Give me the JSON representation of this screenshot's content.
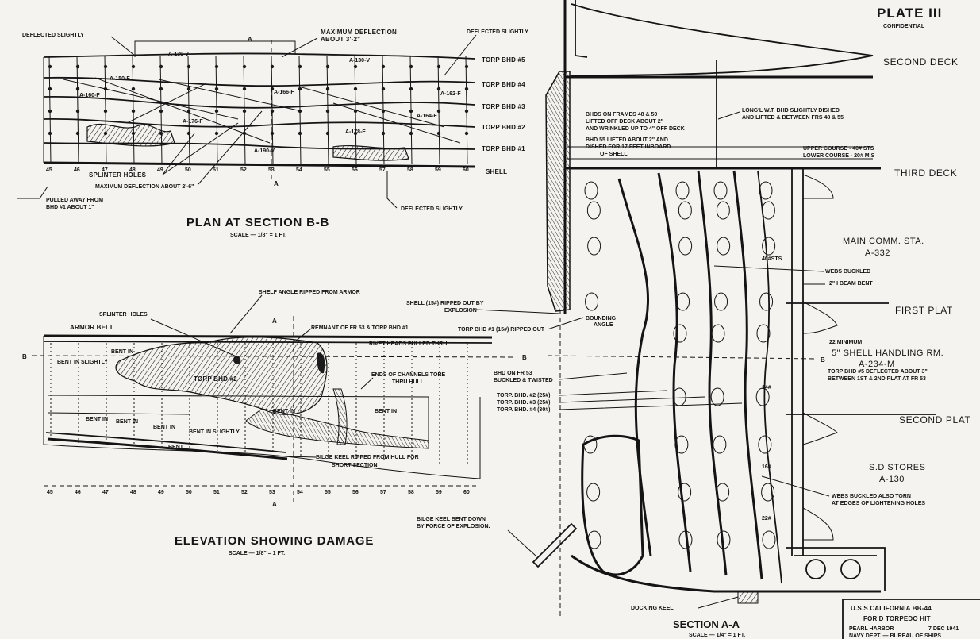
{
  "plate": {
    "title": "PLATE III",
    "classification": "CONFIDENTIAL"
  },
  "plan": {
    "title": "PLAN AT SECTION B-B",
    "scale": "SCALE — 1/8\" = 1 FT.",
    "labels": {
      "deflected_left": "DEFLECTED SLIGHTLY",
      "max_deflection_top": "MAXIMUM DEFLECTION",
      "max_deflection_top2": "ABOUT 3'-2\"",
      "deflected_right": "DEFLECTED SLIGHTLY",
      "splinter_holes": "SPLINTER HOLES",
      "max_deflection_bottom": "MAXIMUM DEFLECTION ABOUT 2'-6\"",
      "pulled_away": "PULLED AWAY FROM",
      "pulled_away2": "BHD #1 ABOUT 1\"",
      "deflected_bottom": "DEFLECTED SLIGHTLY",
      "a130v_left": "A-130-V",
      "a130v_right": "A-130-V",
      "a176": "A-176-F",
      "a178": "A-178-F",
      "a190": "A-190-V",
      "a166": "A-166-F",
      "a160": "A-160-F",
      "a150": "A-150-F",
      "a164": "A-164-F",
      "a162": "A-162-F",
      "section_a": "A"
    },
    "bulkheads": [
      "TORP BHD #5",
      "TORP BHD #4",
      "TORP BHD #3",
      "TORP BHD #2",
      "TORP BHD #1",
      "SHELL"
    ],
    "frames": [
      "45",
      "46",
      "47",
      "48",
      "49",
      "50",
      "51",
      "52",
      "53",
      "54",
      "55",
      "56",
      "57",
      "58",
      "59",
      "60"
    ]
  },
  "elevation": {
    "title": "ELEVATION SHOWING DAMAGE",
    "scale": "SCALE — 1/8\" = 1 FT.",
    "labels": {
      "shelf_angle": "SHELF ANGLE RIPPED FROM ARMOR",
      "splinter_holes": "SPLINTER HOLES",
      "armor_belt": "ARMOR BELT",
      "remnant": "REMNANT OF FR 53 & TORP BHD #1",
      "rivet_heads": "RIVET HEADS PULLED THRU",
      "bent_in_slightly": "BENT IN SLIGHTLY",
      "bent_in_1": "BENT IN",
      "bent_in_2": "BENT IN",
      "bent_in_3": "BENT IN",
      "bent_in_4": "BENT IN",
      "bent_in_5": "BENT IN",
      "bent_in_6": "BENT IN",
      "bent_in_slightly2": "BENT IN SLIGHTLY",
      "bent": "BENT",
      "torp_bhd2": "TORP BHD #2",
      "ends_channels": "ENDS OF CHANNELS TORE",
      "ends_channels2": "THRU HULL",
      "bilge_keel_ripped": "BILGE KEEL RIPPED FROM HULL FOR",
      "bilge_keel_ripped2": "SHORT SECTION",
      "section_b": "B",
      "section_a": "A"
    },
    "frames": [
      "45",
      "46",
      "47",
      "48",
      "49",
      "50",
      "51",
      "52",
      "53",
      "54",
      "55",
      "56",
      "57",
      "58",
      "59",
      "60"
    ]
  },
  "section": {
    "title": "SECTION A-A",
    "scale": "SCALE — 1/4\" = 1 FT.",
    "decks": {
      "second_deck": "SECOND DECK",
      "third_deck": "THIRD DECK",
      "first_plat": "FIRST PLAT",
      "second_plat": "SECOND PLAT"
    },
    "rooms": {
      "main_comm": "MAIN COMM. STA.",
      "main_comm_id": "A-332",
      "shell_handling": "5\" SHELL HANDLING RM.",
      "shell_handling_id": "A-234-M",
      "sd_stores": "S.D STORES",
      "sd_stores_id": "A-130"
    },
    "notes": {
      "bhds_frames": "BHDS ON FRAMES 48 & 50",
      "bhds_frames2": "LIFTED OFF DECK ABOUT 2\"",
      "bhds_frames3": "AND WRINKLED UP TO 4\" OFF DECK",
      "bhd55": "BHD 55 LIFTED ABOUT 2\" AND",
      "bhd55_2": "DISHED FOR 17 FEET INBOARD",
      "bhd55_3": "OF SHELL",
      "longl": "LONG'L W.T. BHD SLIGHTLY DISHED",
      "longl2": "AND LIFTED & BETWEEN FRS 48 & 55",
      "upper_course": "UPPER COURSE - 40# STS",
      "lower_course": "LOWER COURSE - 20# M.S",
      "webs_buckled": "WEBS BUCKLED",
      "beam_bent": "2\" I BEAM BENT",
      "minimum": "22 MINIMUM",
      "torp_bhd5": "TORP BHD #5 DEFLECTED ABOUT 3\"",
      "torp_bhd5b": "BETWEEN 1ST & 2ND PLAT AT FR 53",
      "webs_torn": "WEBS BUCKLED ALSO TORN",
      "webs_torn2": "AT EDGES OF LIGHTENING HOLES",
      "shell_ripped": "SHELL (15#) RIPPED OUT BY",
      "shell_ripped2": "EXPLOSION",
      "torp_bhd1": "TORP BHD #1 (15#) RIPPED OUT",
      "bounding": "BOUNDING",
      "bounding2": "ANGLE",
      "bhd53": "BHD ON FR 53",
      "bhd53_2": "BUCKLED & TWISTED",
      "torp2": "TORP. BHD. #2 (25#)",
      "torp3": "TORP. BHD. #3 (25#)",
      "torp4": "TORP. BHD. #4 (30#)",
      "bilge_bent": "BILGE KEEL BENT DOWN",
      "bilge_bent2": "BY FORCE OF EXPLOSION.",
      "docking_keel": "DOCKING KEEL",
      "sts40": "40#STS",
      "sts16": "16#",
      "sts14": "14#",
      "sts22": "22#",
      "section_b": "B",
      "section_b2": "B"
    }
  },
  "title_block": {
    "ship": "U.S.S CALIFORNIA   BB-44",
    "subject": "FOR'D TORPEDO HIT",
    "location": "PEARL HARBOR",
    "date": "7 DEC 1941",
    "office": "NAVY DEPT. — BUREAU OF SHIPS"
  }
}
